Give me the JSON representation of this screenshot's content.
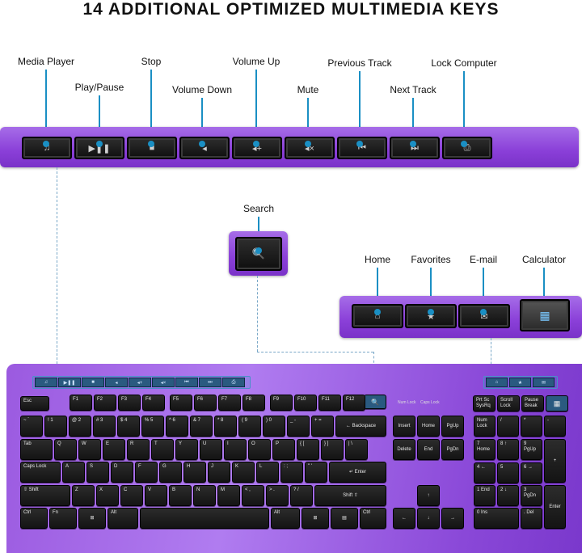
{
  "title": "14 ADDITIONAL OPTIMIZED MULTIMEDIA KEYS",
  "top_labels": [
    "Media Player",
    "Play/Pause",
    "Stop",
    "Volume Down",
    "Volume Up",
    "Mute",
    "Previous Track",
    "Next Track",
    "Lock Computer"
  ],
  "top_icons": [
    "♫",
    "▶❚❚",
    "■",
    "◂",
    "◂+",
    "◂×",
    "⏮",
    "⏭",
    "⎙"
  ],
  "search_label": "Search",
  "search_icon": "🔍",
  "right_labels": [
    "Home",
    "Favorites",
    "E-mail",
    "Calculator"
  ],
  "right_icons": [
    "⌂",
    "★",
    "✉",
    "▦"
  ],
  "accent_color": "#1a8fc4",
  "strip_color": "#8a3fd8",
  "indicators": {
    "num": "Num Lock",
    "caps": "Caps Lock"
  },
  "keys": {
    "esc": "Esc",
    "f": [
      "F1",
      "F2",
      "F3",
      "F4",
      "F5",
      "F6",
      "F7",
      "F8",
      "F9",
      "F10",
      "F11",
      "F12"
    ],
    "num_row": [
      "~ `",
      "! 1",
      "@ 2",
      "# 3",
      "$ 4",
      "% 5",
      "^ 6",
      "& 7",
      "* 8",
      "( 9",
      ") 0",
      "_ -",
      "+ ="
    ],
    "backspace": "← Backspace",
    "tab": "Tab",
    "q_row": [
      "Q",
      "W",
      "E",
      "R",
      "T",
      "Y",
      "U",
      "I",
      "O",
      "P",
      "{ [",
      "} ]",
      "| \\"
    ],
    "caps": "Caps Lock",
    "a_row": [
      "A",
      "S",
      "D",
      "F",
      "G",
      "H",
      "J",
      "K",
      "L",
      ": ;",
      "\" '"
    ],
    "enter": "↵ Enter",
    "shift_l": "⇧ Shift",
    "z_row": [
      "Z",
      "X",
      "C",
      "V",
      "B",
      "N",
      "M",
      "< ,",
      "> .",
      "? /"
    ],
    "shift_r": "Shift ⇧",
    "ctrl": "Ctrl",
    "fn": "Fn",
    "win": "⊞",
    "alt": "Alt",
    "menu": "▤",
    "ctrl_r": "Ctrl",
    "prtsc": "Prt Sc SysRq",
    "scroll": "Scroll Lock",
    "pause": "Pause Break",
    "nav": [
      "Insert",
      "Home",
      "PgUp",
      "Delete",
      "End",
      "PgDn"
    ],
    "arrows": [
      "↑",
      "←",
      "↓",
      "→"
    ],
    "numpad_top": [
      "Num Lock",
      "/",
      "*",
      "-"
    ],
    "numpad": [
      "7 Home",
      "8 ↑",
      "9 PgUp",
      "4 ←",
      "5",
      "6 →",
      "1 End",
      "2 ↓",
      "3 PgDn"
    ],
    "plus": "+",
    "zero": "0 Ins",
    "dot": ". Del",
    "np_enter": "Enter"
  }
}
